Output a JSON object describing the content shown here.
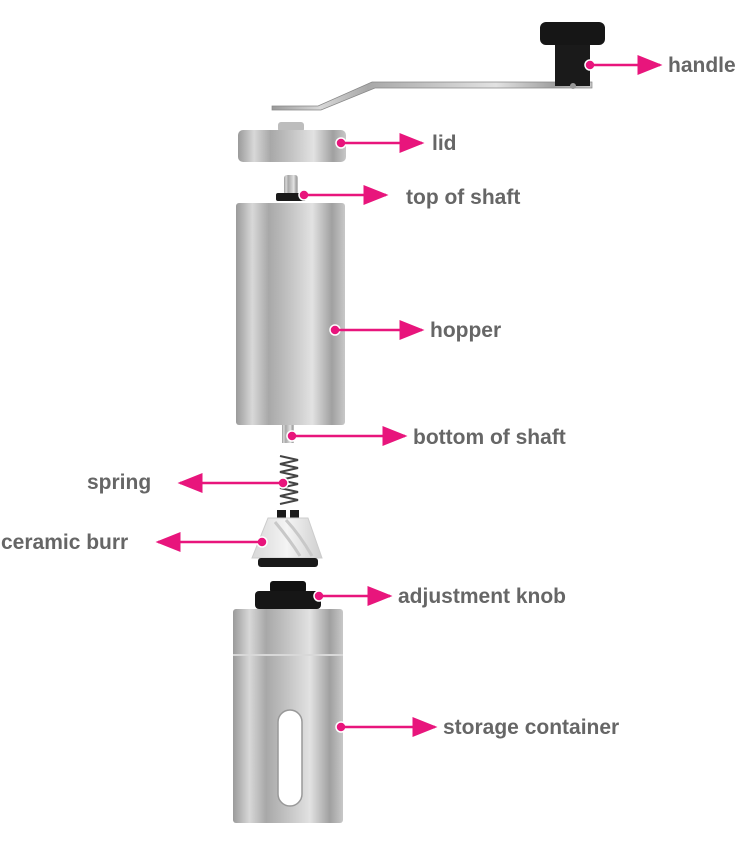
{
  "colors": {
    "accent": "#e8157c",
    "label": "#666666",
    "steel": "#b8b8b8",
    "black": "#1a1a1a"
  },
  "labels": {
    "handle": "handle",
    "lid": "lid",
    "top_of_shaft": "top of shaft",
    "hopper": "hopper",
    "bottom_of_shaft": "bottom of shaft",
    "spring": "spring",
    "ceramic_burr": "ceramic burr",
    "adjustment_knob": "adjustment knob",
    "storage_container": "storage container"
  }
}
